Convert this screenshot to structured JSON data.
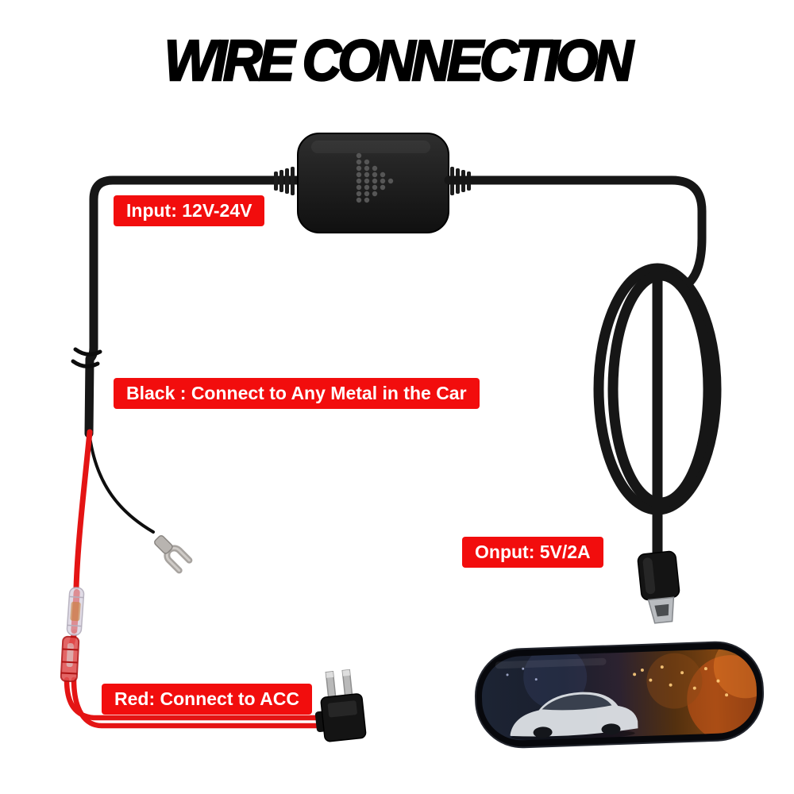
{
  "title": "WIRE CONNECTION",
  "labels": {
    "input": "Input: 12V-24V",
    "ground": "Black : Connect to Any Metal in the Car",
    "output": "Onput: 5V/2A",
    "acc": "Red: Connect to ACC"
  },
  "colors": {
    "title": "#000000",
    "label_bg": "#f20d0d",
    "label_text": "#ffffff",
    "wire_black": "#161616",
    "wire_red": "#e41414",
    "module_body": "#1c1c1c",
    "metal": "#b9b9b9",
    "background": "#ffffff"
  },
  "parts": {
    "module": "voltage-converter-module",
    "coil": "coiled-cable",
    "usb": "mini-usb-connector",
    "fork": "ground-fork-terminal",
    "crimp": "crimp-connector",
    "splice": "quick-splice-connector",
    "fuse_tap": "acc-fuse-tap",
    "mirror": "rearview-mirror-dashcam"
  }
}
